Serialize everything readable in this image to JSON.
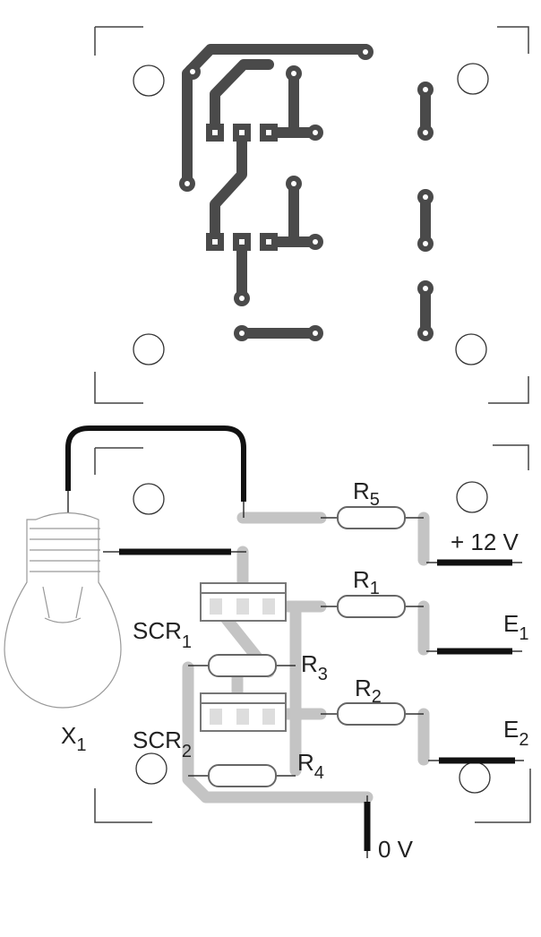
{
  "diagram": {
    "title": "SCR lamp control PCB layout and component placement",
    "labels": {
      "r5": {
        "main": "R",
        "sub": "5"
      },
      "r1": {
        "main": "R",
        "sub": "1"
      },
      "r3": {
        "main": "R",
        "sub": "3"
      },
      "r2": {
        "main": "R",
        "sub": "2"
      },
      "r4": {
        "main": "R",
        "sub": "4"
      },
      "scr1": {
        "main": "SCR",
        "sub": "1"
      },
      "scr2": {
        "main": "SCR",
        "sub": "2"
      },
      "e1": {
        "main": "E",
        "sub": "1"
      },
      "e2": {
        "main": "E",
        "sub": "2"
      },
      "x1": {
        "main": "X",
        "sub": "1"
      },
      "supply": "+ 12 V",
      "ground": "0 V"
    },
    "colors": {
      "copper": "#4a4a4a",
      "silk_trace": "#c4c4c4",
      "wire": "#111111"
    }
  }
}
